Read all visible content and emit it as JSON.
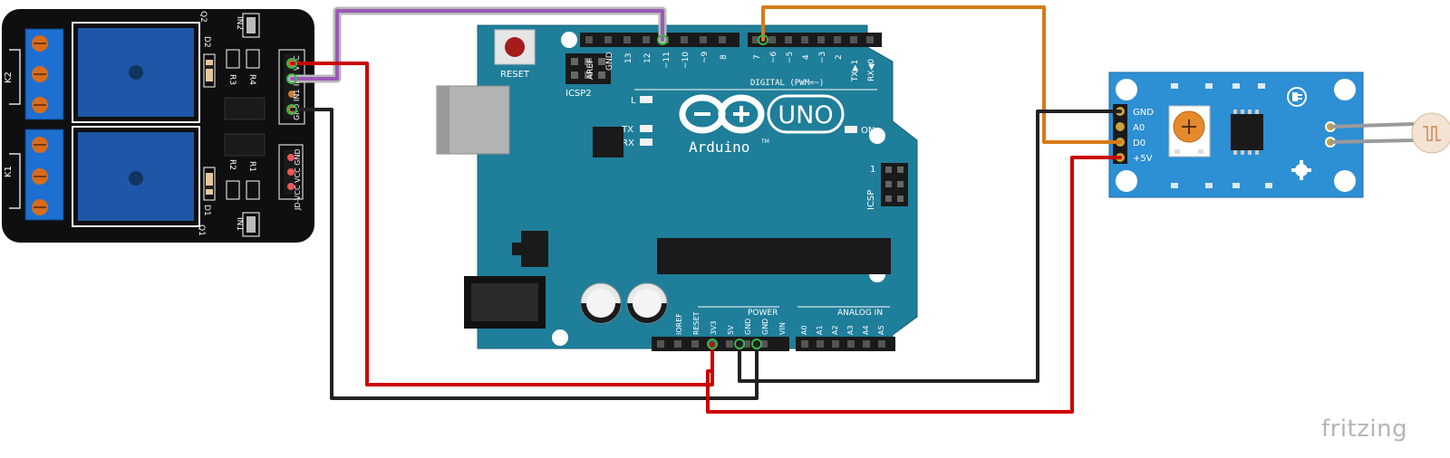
{
  "relay": {
    "labels_top": [
      "Q2",
      "IN2"
    ],
    "labels_r": [
      "D2",
      "R3",
      "R4"
    ],
    "labels_k": [
      "K2",
      "K1"
    ],
    "labels_bottom": [
      "D1",
      "R2",
      "R1",
      "Q1",
      "IN1"
    ],
    "pins_left": [
      "GND",
      "IN1",
      "IN2",
      "VCC"
    ],
    "jd_header": "JD-VCC VCC GND"
  },
  "arduino": {
    "reset_label": "RESET",
    "icsp2_label": "ICSP2",
    "icsp_label": "ICSP",
    "icsp_pin1": "1",
    "digital_label": "DIGITAL (PWM=~)",
    "top_pins_left": [
      "AREF",
      "GND",
      "13",
      "12",
      "~11",
      "~10",
      "~9",
      "8"
    ],
    "top_pins_right": [
      "7",
      "~6",
      "~5",
      "4",
      "~3",
      "2",
      "TX▶1",
      "RX◀0"
    ],
    "led_l": "L",
    "led_tx": "TX",
    "led_rx": "RX",
    "led_on": "ON",
    "logo_uno": "UNO",
    "logo_name": "Arduino",
    "logo_tm": "TM",
    "power_label": "POWER",
    "analog_label": "ANALOG IN",
    "power_pins": [
      "IOREF",
      "RESET",
      "3V3",
      "5V",
      "GND",
      "GND",
      "VIN"
    ],
    "analog_pins": [
      "A0",
      "A1",
      "A2",
      "A3",
      "A4",
      "A5"
    ]
  },
  "sensor": {
    "pins": [
      "GND",
      "A0",
      "D0",
      "+5V"
    ]
  },
  "wires": {
    "colors": {
      "red": "#cc0000",
      "black": "#222222",
      "orange": "#d87a16",
      "purple": "#9b59b6"
    }
  },
  "colors": {
    "board_teal": "#1f7e9a",
    "relay_blue": "#1f57a8",
    "sensor_blue": "#2d8fd4",
    "header_black": "#1a1a1a"
  },
  "brand": "fritzing"
}
